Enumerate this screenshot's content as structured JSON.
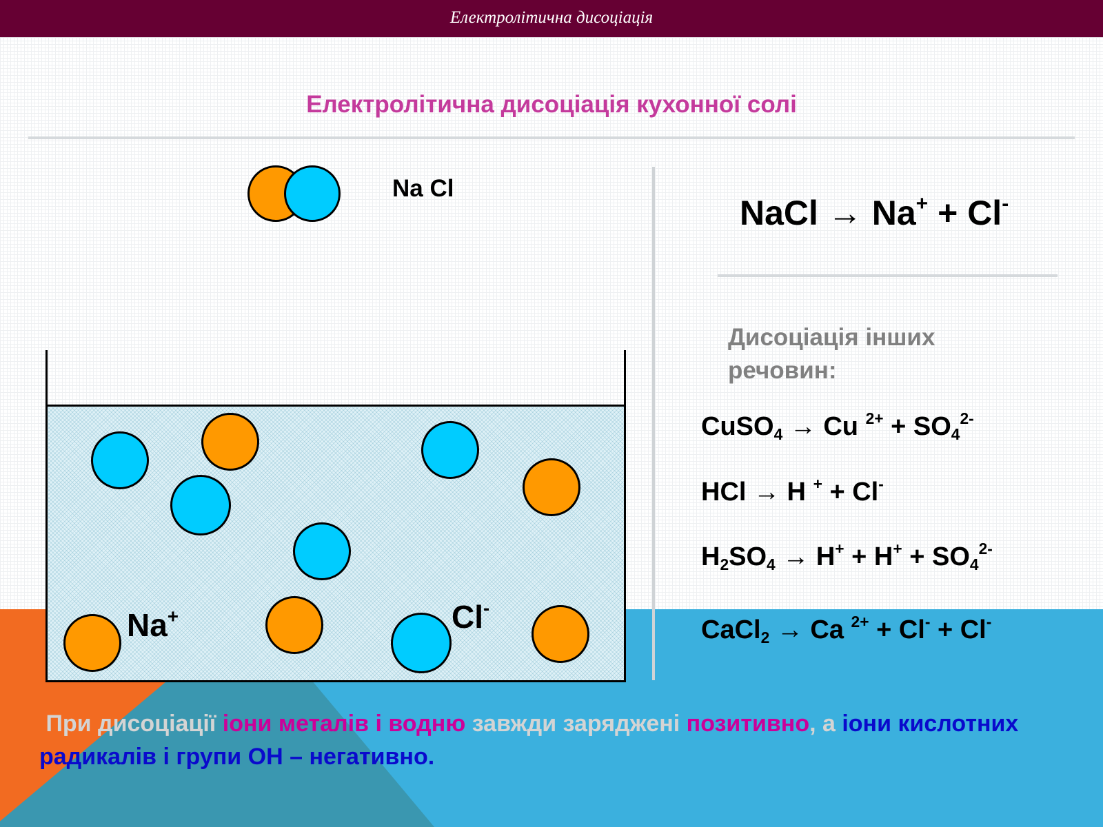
{
  "header": {
    "title": "Електролітична дисоціація"
  },
  "slide": {
    "heading": "Електролітична дисоціація кухонної солі",
    "molecule_label": "Na Cl",
    "main_equation": {
      "reactant": "NaCl",
      "arrow": "→",
      "p1": "Na",
      "p1_charge": "+",
      "plus": "+",
      "p2": "Cl",
      "p2_charge": "-"
    },
    "ion_labels": {
      "na": "Na",
      "na_charge": "+",
      "cl": "Cl",
      "cl_charge": "-"
    },
    "others_title": "Дисоціація інших речовин:",
    "equations": {
      "cuso4": {
        "a": "CuSO",
        "a_sub": "4",
        "b": " → Cu ",
        "b_sup": "2+",
        "c": " + SO",
        "c_sub": "4",
        "c_sup": "2-"
      },
      "hcl": {
        "a": "HCl → H ",
        "a_sup": "+",
        "b": " + Cl",
        "b_sup": "-"
      },
      "h2so4": {
        "a": "H",
        "a_sub": "2",
        "b": "SO",
        "b_sub": "4",
        "c": " → H",
        "c_sup": "+",
        "d": " + H",
        "d_sup": "+",
        "e": " + SO",
        "e_sub": "4",
        "e_sup": "2-"
      },
      "cacl2": {
        "a": "CaCl",
        "a_sub": "2",
        "b": " → Ca ",
        "b_sup": "2+",
        "c": " + Cl",
        "c_sup": "-",
        "d": " + ",
        "e": "Cl",
        "e_sup": "-"
      }
    },
    "conclusion": {
      "s1": "При дисоціації ",
      "s2": "іони металів і водню",
      "s3": " завжди заряджені ",
      "s4": "позитивно",
      "s5": ", а ",
      "s6": "іони кислотних радикалів і групи ОН – негативно."
    }
  },
  "colors": {
    "header": "#660033",
    "heading": "#c43a9c",
    "na_ion": "#ff9900",
    "cl_ion": "#00ccff",
    "orange_bg": "#f26b21",
    "teal_bg": "#3a97b0",
    "blue_bg": "#3bb0de"
  }
}
